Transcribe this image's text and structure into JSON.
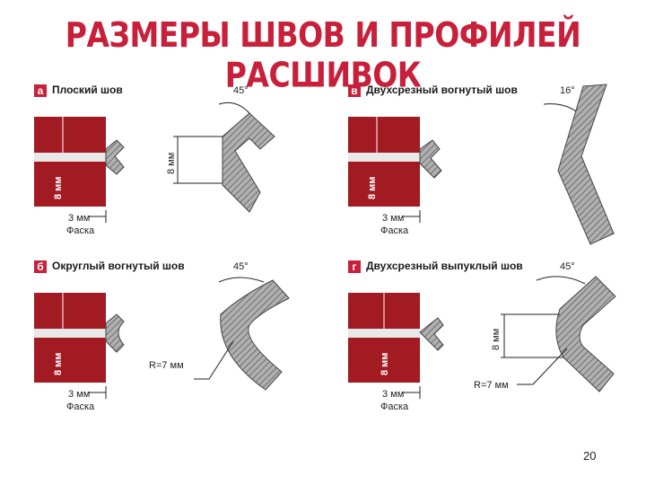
{
  "title": "РАЗМЕРЫ ШВОВ И ПРОФИЛЕЙ РАСШИВОК",
  "page_number": "20",
  "colors": {
    "brick": "#a31b22",
    "accent": "#c8203a",
    "hatch": "#8a8a8a"
  },
  "panels": [
    {
      "letter": "а",
      "label": "Плоский шов",
      "angle": "45°",
      "brick_dim": "8 мм",
      "profile_dim": "8 мм",
      "chamfer_value": "3 мм",
      "chamfer_label": "Фаска"
    },
    {
      "letter": "в",
      "label": "Двухсрезный вогнутый шов",
      "angle": "16°",
      "brick_dim": "8 мм",
      "chamfer_value": "3 мм",
      "chamfer_label": "Фаска"
    },
    {
      "letter": "б",
      "label": "Округлый вогнутый шов",
      "angle": "45°",
      "brick_dim": "8 мм",
      "radius": "R=7 мм",
      "chamfer_value": "3 мм",
      "chamfer_label": "Фаска"
    },
    {
      "letter": "г",
      "label": "Двухсрезный выпуклый шов",
      "angle": "45°",
      "brick_dim": "8 мм",
      "profile_dim": "8 мм",
      "radius": "R=7 мм",
      "chamfer_value": "3 мм",
      "chamfer_label": "Фаска"
    }
  ]
}
